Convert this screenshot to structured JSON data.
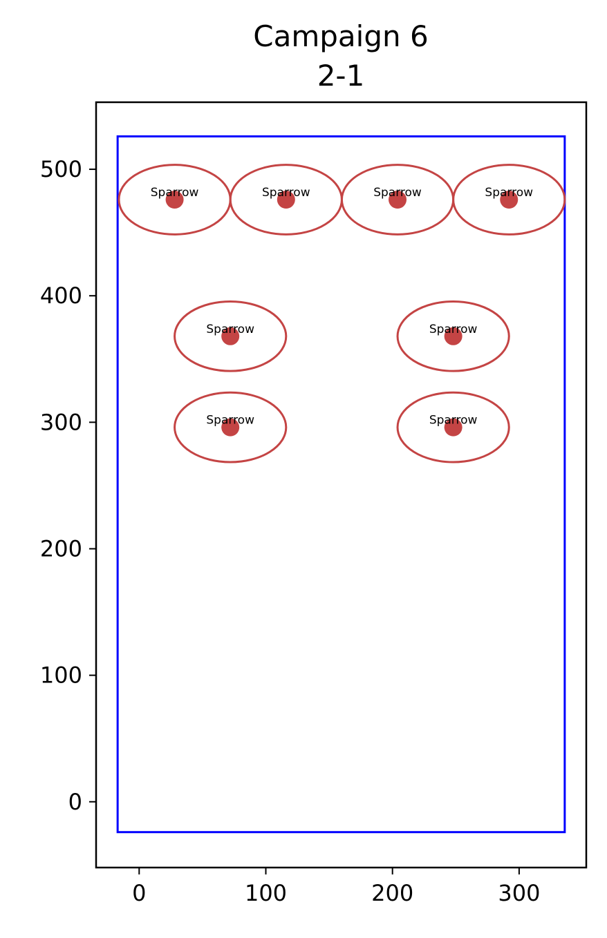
{
  "chart_data": {
    "type": "scatter",
    "title": "Campaign 6",
    "subtitle": "2-1",
    "xlabel": "",
    "ylabel": "",
    "xlim": [
      -34,
      353
    ],
    "ylim": [
      -52,
      553
    ],
    "x_ticks": [
      0,
      100,
      200,
      300
    ],
    "y_ticks": [
      0,
      100,
      200,
      300,
      400,
      500
    ],
    "grid": false,
    "boundary": {
      "x": [
        -17,
        336
      ],
      "y": [
        -24,
        526
      ],
      "color": "#0000ff"
    },
    "unit_color": "#c44444",
    "ellipse_width": 88,
    "ellipse_height": 55,
    "points": [
      {
        "label": "Sparrow",
        "x": 28,
        "y": 476
      },
      {
        "label": "Sparrow",
        "x": 116,
        "y": 476
      },
      {
        "label": "Sparrow",
        "x": 204,
        "y": 476
      },
      {
        "label": "Sparrow",
        "x": 292,
        "y": 476
      },
      {
        "label": "Sparrow",
        "x": 72,
        "y": 368
      },
      {
        "label": "Sparrow",
        "x": 248,
        "y": 368
      },
      {
        "label": "Sparrow",
        "x": 72,
        "y": 296
      },
      {
        "label": "Sparrow",
        "x": 248,
        "y": 296
      }
    ]
  }
}
